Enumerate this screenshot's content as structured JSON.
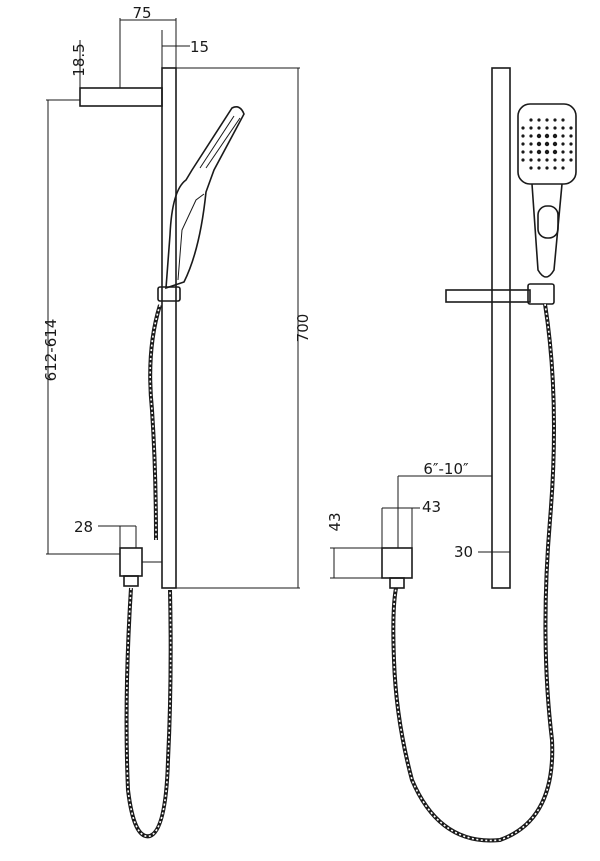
{
  "dimensions": {
    "side_view": {
      "arm_projection": "75",
      "rail_depth": "15",
      "arm_height": "18.5",
      "rail_height": "700",
      "bracket_spacing": "612-614",
      "outlet_depth": "28"
    },
    "front_view": {
      "rail_offset": "6″-10″",
      "outlet_width": "43",
      "outlet_height": "43",
      "rail_width": "30"
    }
  },
  "colors": {
    "line": "#1a1a1a",
    "background": "#ffffff"
  },
  "icons": {
    "side_handset": "handheld-shower-side-icon",
    "front_handset": "handheld-shower-front-icon"
  }
}
